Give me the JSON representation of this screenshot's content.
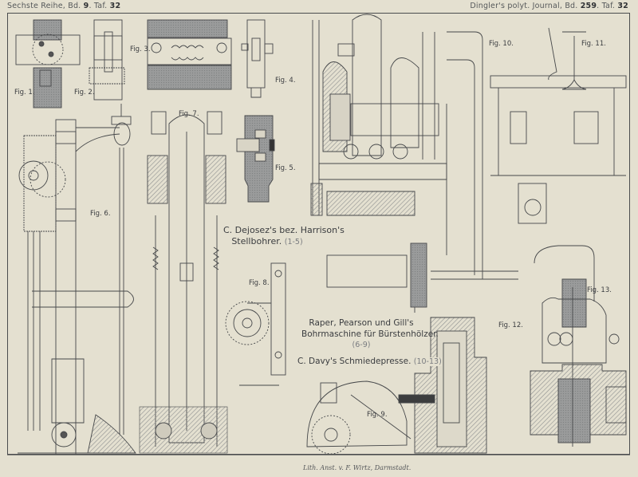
{
  "header": {
    "left_prefix": "Sechste Reihe, Bd.",
    "left_volume": "9",
    "left_sep": ". Taf.",
    "left_plate": "32",
    "right_prefix": "Dingler's polyt. Journal, Bd.",
    "right_volume": "259",
    "right_sep": ". Taf.",
    "right_plate": "32"
  },
  "figures": {
    "fig1": "Fig. 1.",
    "fig2": "Fig. 2.",
    "fig3": "Fig. 3.",
    "fig4": "Fig. 4.",
    "fig5": "Fig. 5.",
    "fig6": "Fig. 6.",
    "fig7": "Fig. 7.",
    "fig8": "Fig. 8.",
    "fig9": "Fig. 9.",
    "fig10": "Fig. 10.",
    "fig11": "Fig. 11.",
    "fig12": "Fig. 12.",
    "fig13": "Fig. 13."
  },
  "captions": {
    "dejosez_line1": "C. Dejosez's bez. Harrison's",
    "dejosez_line2": "Stellbohrer.",
    "dejosez_range": "(1-5)",
    "raper_line1": "Raper, Pearson und Gill's",
    "raper_line2": "Bohrmaschine für Bürstenhölzer.",
    "raper_range": "(6-9)",
    "davy_line": "C. Davy's Schmiedepresse.",
    "davy_range": "(10-13)"
  },
  "imprint": "Lith. Anst. v. F. Wirtz, Darmstadt.",
  "colors": {
    "paper": "#e4e0d0",
    "ink": "#3a3b3c",
    "shade": "#8f9192",
    "hatch": "#a9aaa8"
  }
}
